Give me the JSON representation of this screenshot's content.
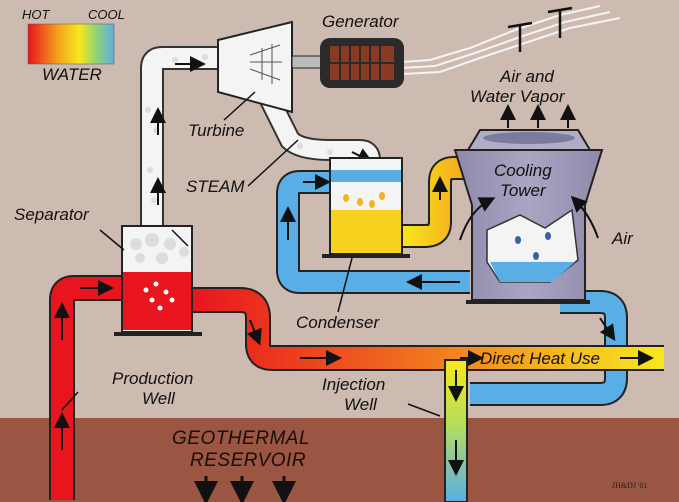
{
  "legend": {
    "hot_label": "HOT",
    "cool_label": "COOL",
    "water_label": "WATER"
  },
  "labels": {
    "generator": "Generator",
    "turbine": "Turbine",
    "steam": "STEAM",
    "separator": "Separator",
    "air_and": "Air and",
    "water_vapor": "Water Vapor",
    "cooling": "Cooling",
    "tower": "Tower",
    "air": "Air",
    "condenser": "Condenser",
    "direct_heat_use": "Direct Heat Use",
    "production": "Production",
    "production_well": "Well",
    "injection": "Injection",
    "injection_well": "Well",
    "geothermal": "GEOTHERMAL",
    "reservoir": "RESERVOIR",
    "signature": "JH&DJ '01"
  },
  "colors": {
    "background": "#cdbab1",
    "ground": "#9a5543",
    "hot": "#e8141e",
    "warm": "#f5a21e",
    "yellow": "#f7e81e",
    "cool": "#5aaee6",
    "steam": "#f4f4f4",
    "tower": "#9e9ab8"
  }
}
